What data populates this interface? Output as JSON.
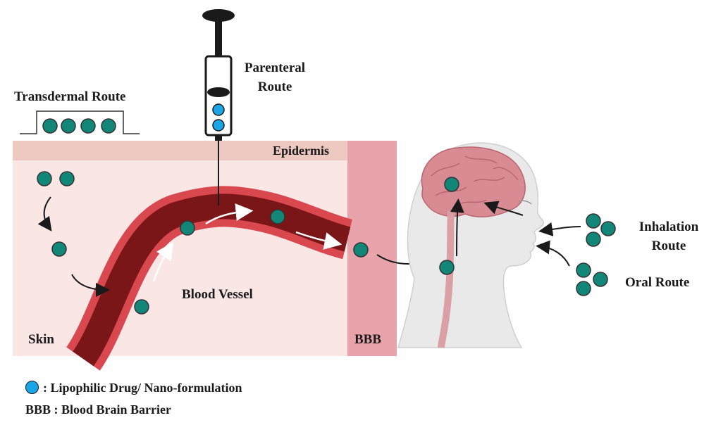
{
  "labels": {
    "transdermal": "Transdermal Route",
    "parenteral_line1": "Parenteral",
    "parenteral_line2": "Route",
    "epidermis": "Epidermis",
    "skin": "Skin",
    "blood_vessel": "Blood Vessel",
    "bbb": "BBB",
    "inhalation_line1": "Inhalation",
    "inhalation_line2": "Route",
    "oral": "Oral Route"
  },
  "legend": {
    "drug": ": Lipophilic Drug/ Nano-formulation",
    "bbb": "BBB : Blood Brain Barrier"
  },
  "colors": {
    "skin_fill": "#fbe6e6",
    "epidermis": "#eec9c2",
    "bbb_wall": "#e8a4aa",
    "vessel_wall": "#d9474f",
    "vessel_lumen": "#7a1518",
    "drug_particle": "#13867a",
    "drug_legend": "#1aa6e6",
    "brain": "#d98b94",
    "head": "#e9e9e9"
  }
}
